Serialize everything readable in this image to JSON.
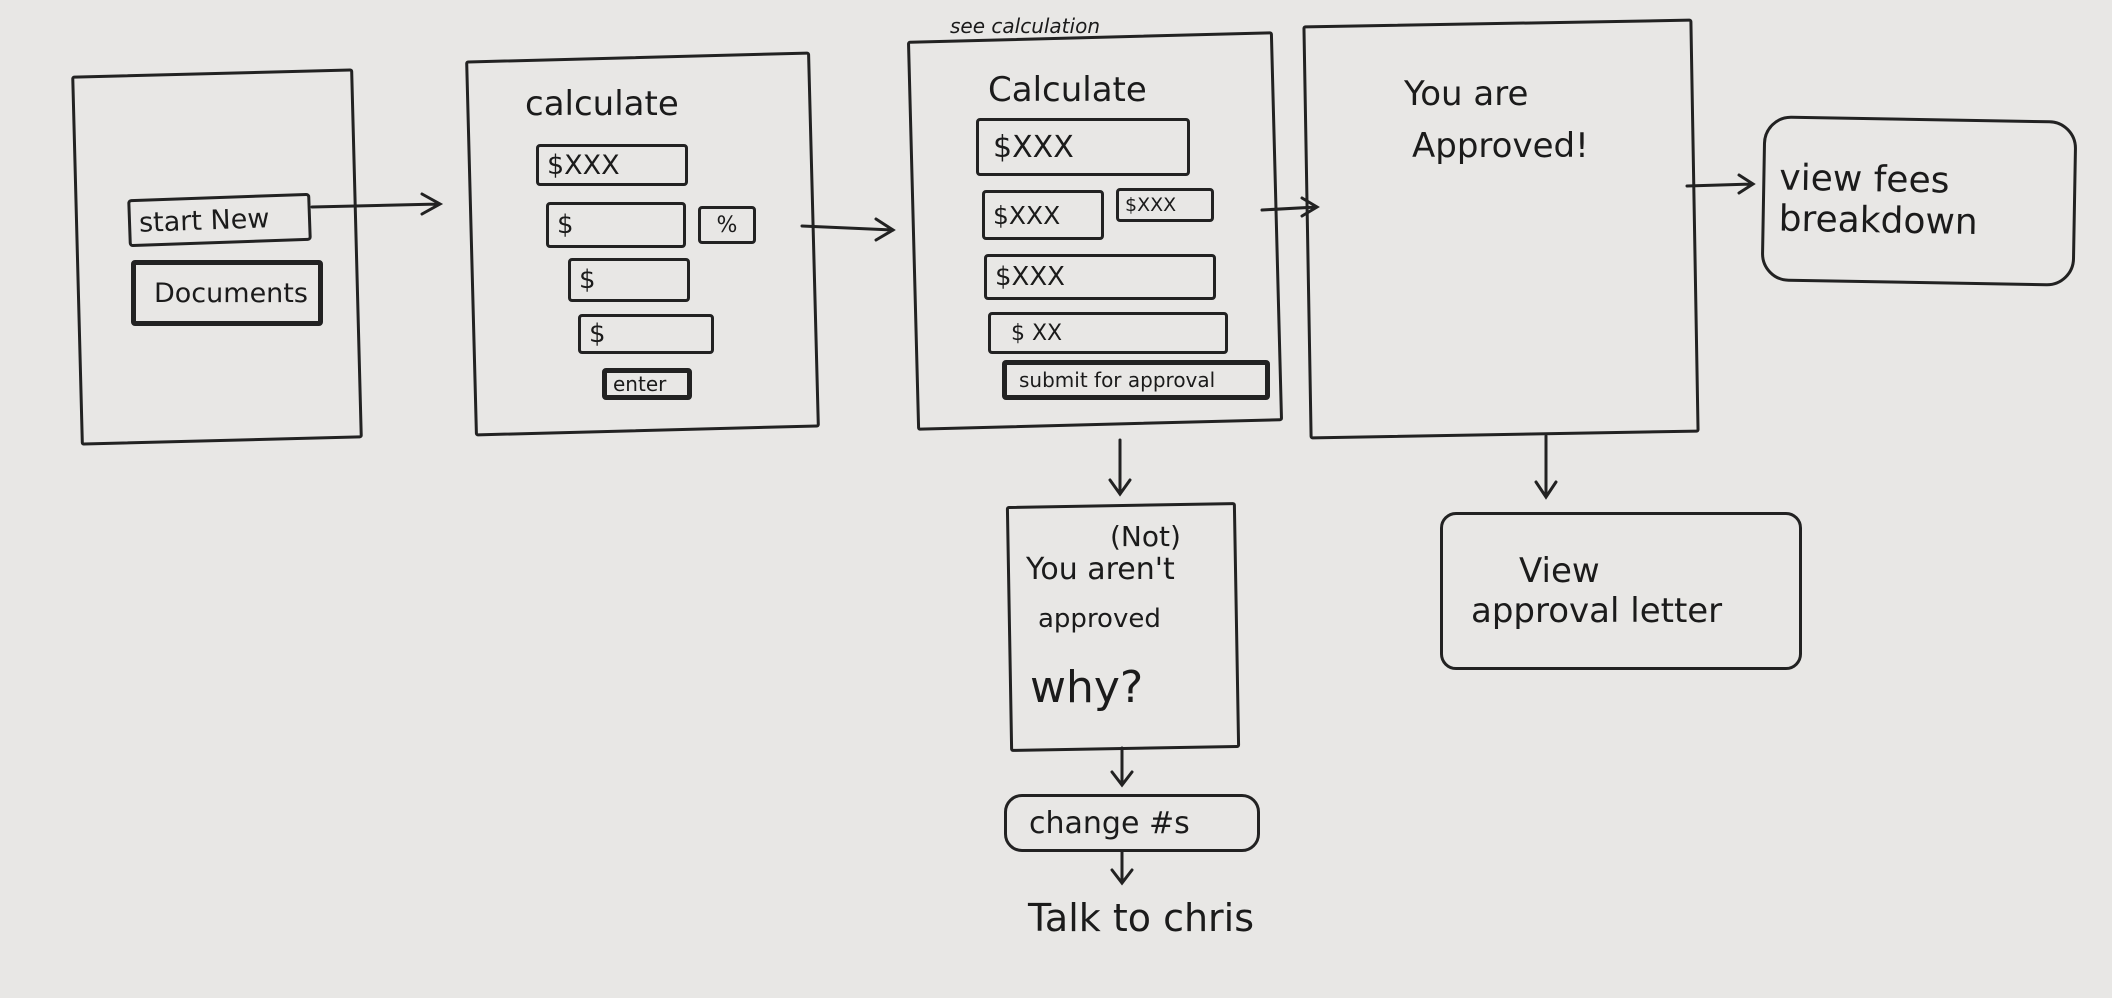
{
  "screen1": {
    "start_new": "start New",
    "documents": "Documents"
  },
  "screen2": {
    "title": "calculate",
    "field1": "$XXX",
    "field2": "$",
    "percent": "%",
    "field3": "$",
    "field4": "$",
    "enter": "enter"
  },
  "screen3": {
    "note": "see calculation",
    "title": "Calculate",
    "field1": "$XXX",
    "field2a": "$XXX",
    "field2b": "$XXX",
    "field3": "$XXX",
    "field4": "$ XX",
    "submit": "submit for approval"
  },
  "screen4": {
    "line1": "You are",
    "line2": "Approved!"
  },
  "fees": {
    "line1": "view fees",
    "line2": "breakdown"
  },
  "approval_letter": {
    "line1": "View",
    "line2": "approval letter"
  },
  "not_approved": {
    "not": "(Not)",
    "line1": "You aren't",
    "line2": "approved",
    "line3": "why?"
  },
  "change": "change #s",
  "talk": "Talk to chris"
}
